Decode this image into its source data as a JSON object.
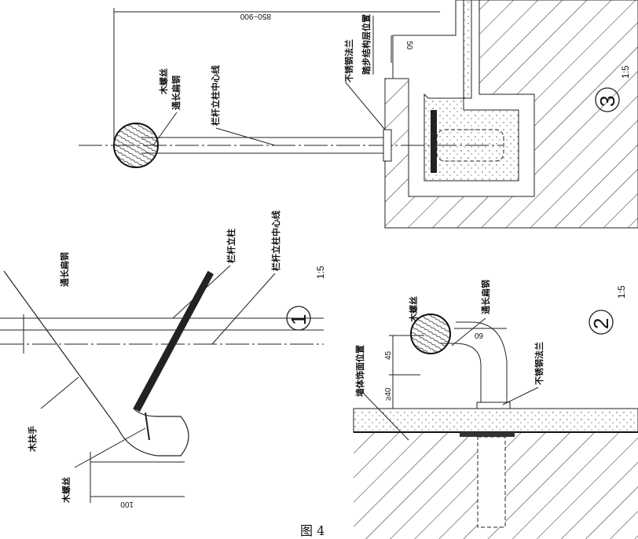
{
  "caption": "图 4",
  "detail1": {
    "number": "1",
    "scale": "1:5",
    "labels": {
      "wood_handrail": "木扶手",
      "wood_screw": "木螺丝",
      "flat_steel": "通长扁钢",
      "railing_post": "栏杆立柱",
      "post_centerline": "栏杆立柱中心线"
    },
    "dimensions": {
      "width": "100"
    }
  },
  "detail2": {
    "number": "2",
    "scale": "1:5",
    "labels": {
      "wall_finish": "墙体饰面位置",
      "wood_screw": "木螺丝",
      "flat_steel": "通长扁钢",
      "flange": "不锈钢法兰"
    },
    "dimensions": {
      "height": "45",
      "gap": "≥40",
      "offset": "60"
    }
  },
  "detail3": {
    "number": "3",
    "scale": "1:5",
    "labels": {
      "wood_screw": "木螺丝",
      "flat_steel": "通长扁钢",
      "post_centerline": "栏杆立柱中心线",
      "flange": "不锈钢法兰",
      "step_structure": "踏步结构层位置"
    },
    "dimensions": {
      "height": "850~900",
      "step": "50"
    }
  }
}
